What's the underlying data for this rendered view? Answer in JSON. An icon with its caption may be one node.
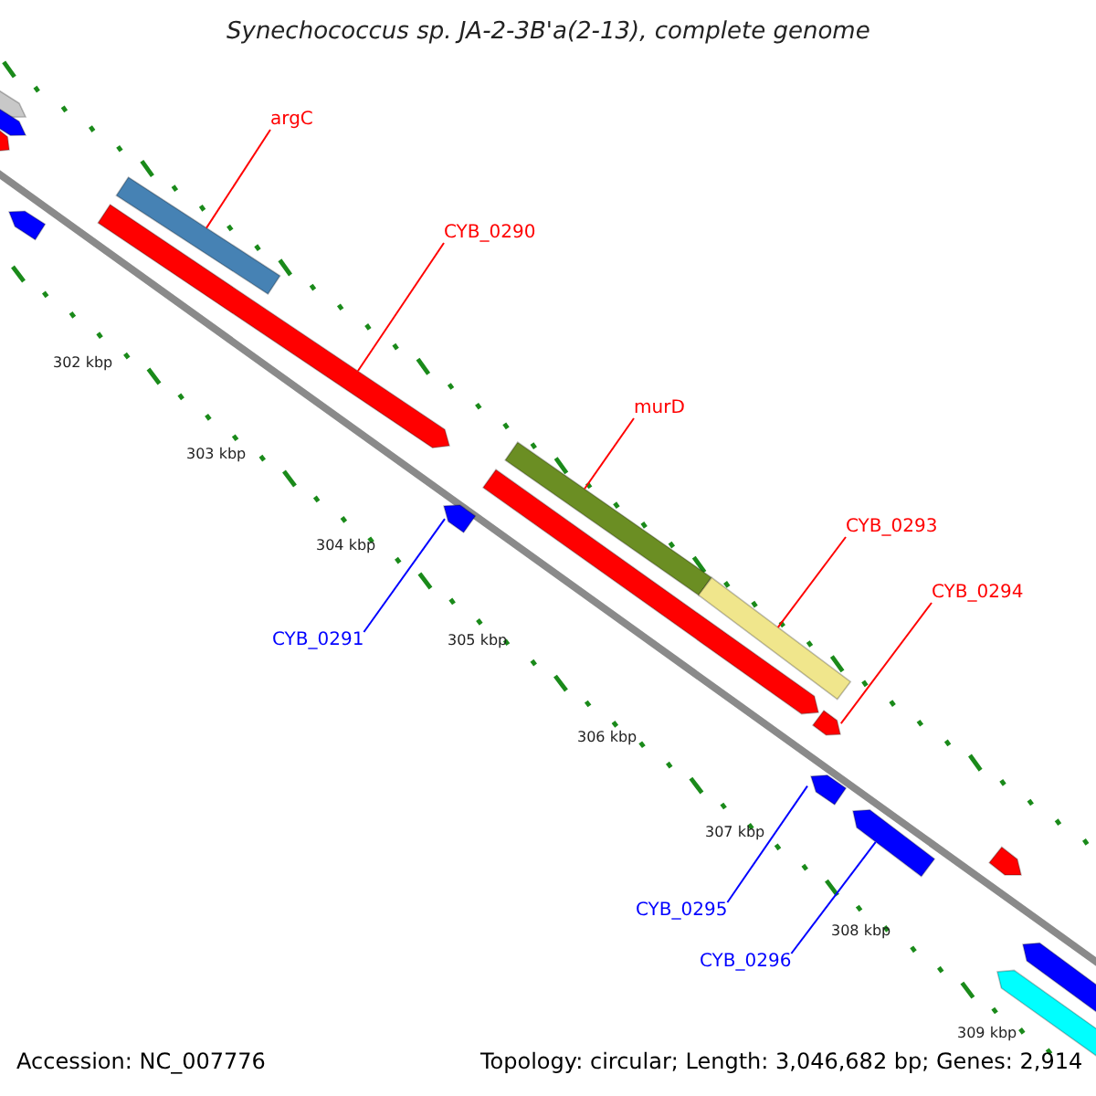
{
  "diagram": {
    "title": "Synechococcus sp. JA-2-3B'a(2-13), complete genome",
    "nodes": [
      {
        "text": [
          "argC"
        ]
      },
      {
        "text": [],
        "shape": "bar"
      },
      {
        "text": [
          "CYB_0290"
        ]
      },
      {
        "text": [],
        "shape": "bar"
      },
      {
        "text": [
          "murD"
        ]
      },
      {
        "text": [],
        "shape": "bar"
      },
      {
        "text": [
          "CYB_0293"
        ]
      },
      {
        "text": [],
        "shape": "bar"
      },
      {
        "text": [
          "CYB_0294"
        ]
      },
      {
        "text": [],
        "shape": "bar"
      },
      {
        "text": [
          "CYB_0291"
        ]
      },
      {
        "text": [],
        "shape": "bar"
      },
      {
        "text": [
          "CYB_0295"
        ]
      },
      {
        "text": [],
        "shape": "bar"
      },
      {
        "text": [
          "CYB_0296"
        ]
      },
      {
        "text": [],
        "shape": "bar"
      },
      {
        "text": [],
        "shape": "bar"
      },
      {
        "text": [],
        "shape": "bar"
      },
      {
        "text": [],
        "shape": "bar"
      },
      {
        "text": [],
        "shape": "bar"
      },
      {
        "text": [],
        "shape": "bar"
      },
      {
        "text": [],
        "shape": "bar"
      },
      {
        "text": [],
        "shape": "bar"
      },
      {
        "text": [],
        "shape": "bar"
      }
    ],
    "edges": [
      {
        "from": 0,
        "to": 1,
        "arrow": "none"
      },
      {
        "from": 2,
        "to": 3,
        "arrow": "none"
      },
      {
        "from": 4,
        "to": 5,
        "arrow": "none"
      },
      {
        "from": 6,
        "to": 7,
        "arrow": "none"
      },
      {
        "from": 8,
        "to": 9,
        "arrow": "none"
      },
      {
        "from": 10,
        "to": 11,
        "arrow": "none",
        "color": "#0000ff"
      },
      {
        "from": 12,
        "to": 13,
        "arrow": "none",
        "color": "#0000ff"
      },
      {
        "from": 14,
        "to": 15,
        "arrow": "none",
        "color": "#0000ff"
      }
    ],
    "labels": [
      "302 kbp",
      "303 kbp",
      "304 kbp",
      "305 kbp",
      "306 kbp",
      "307 kbp",
      "308 kbp",
      "309 kbp",
      "Accession: NC_007776",
      "Topology: circular; Length: 3,046,682 bp; Genes: 2,914"
    ]
  }
}
